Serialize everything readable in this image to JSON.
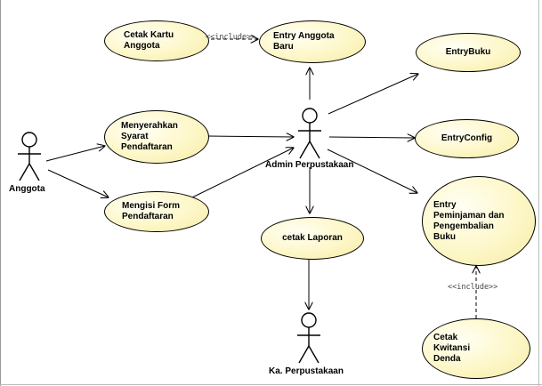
{
  "actors": {
    "anggota": "Anggota",
    "admin": "Admin Perpustakaan",
    "kepala": "Ka. Perpustakaan"
  },
  "use_cases": {
    "cetak_kartu": [
      "Cetak Kartu",
      "Anggota"
    ],
    "entry_anggota": [
      "Entry Anggota",
      "Baru"
    ],
    "entry_buku": [
      "EntryBuku"
    ],
    "menyerahkan": [
      "Menyerahkan",
      "Syarat",
      "Pendaftaran"
    ],
    "entry_config": [
      "EntryConfig"
    ],
    "mengisi_form": [
      "Mengisi Form",
      "Pendaftaran"
    ],
    "cetak_laporan": [
      "cetak Laporan"
    ],
    "entry_peminjaman": [
      "Entry",
      "Peminjaman dan",
      "Pengembalian",
      "Buku"
    ],
    "cetak_kwitansi": [
      "Cetak",
      "Kwitansi",
      "Denda"
    ]
  },
  "stereotypes": {
    "include_top": "<<include>>",
    "include_bottom": "<<include>>"
  }
}
